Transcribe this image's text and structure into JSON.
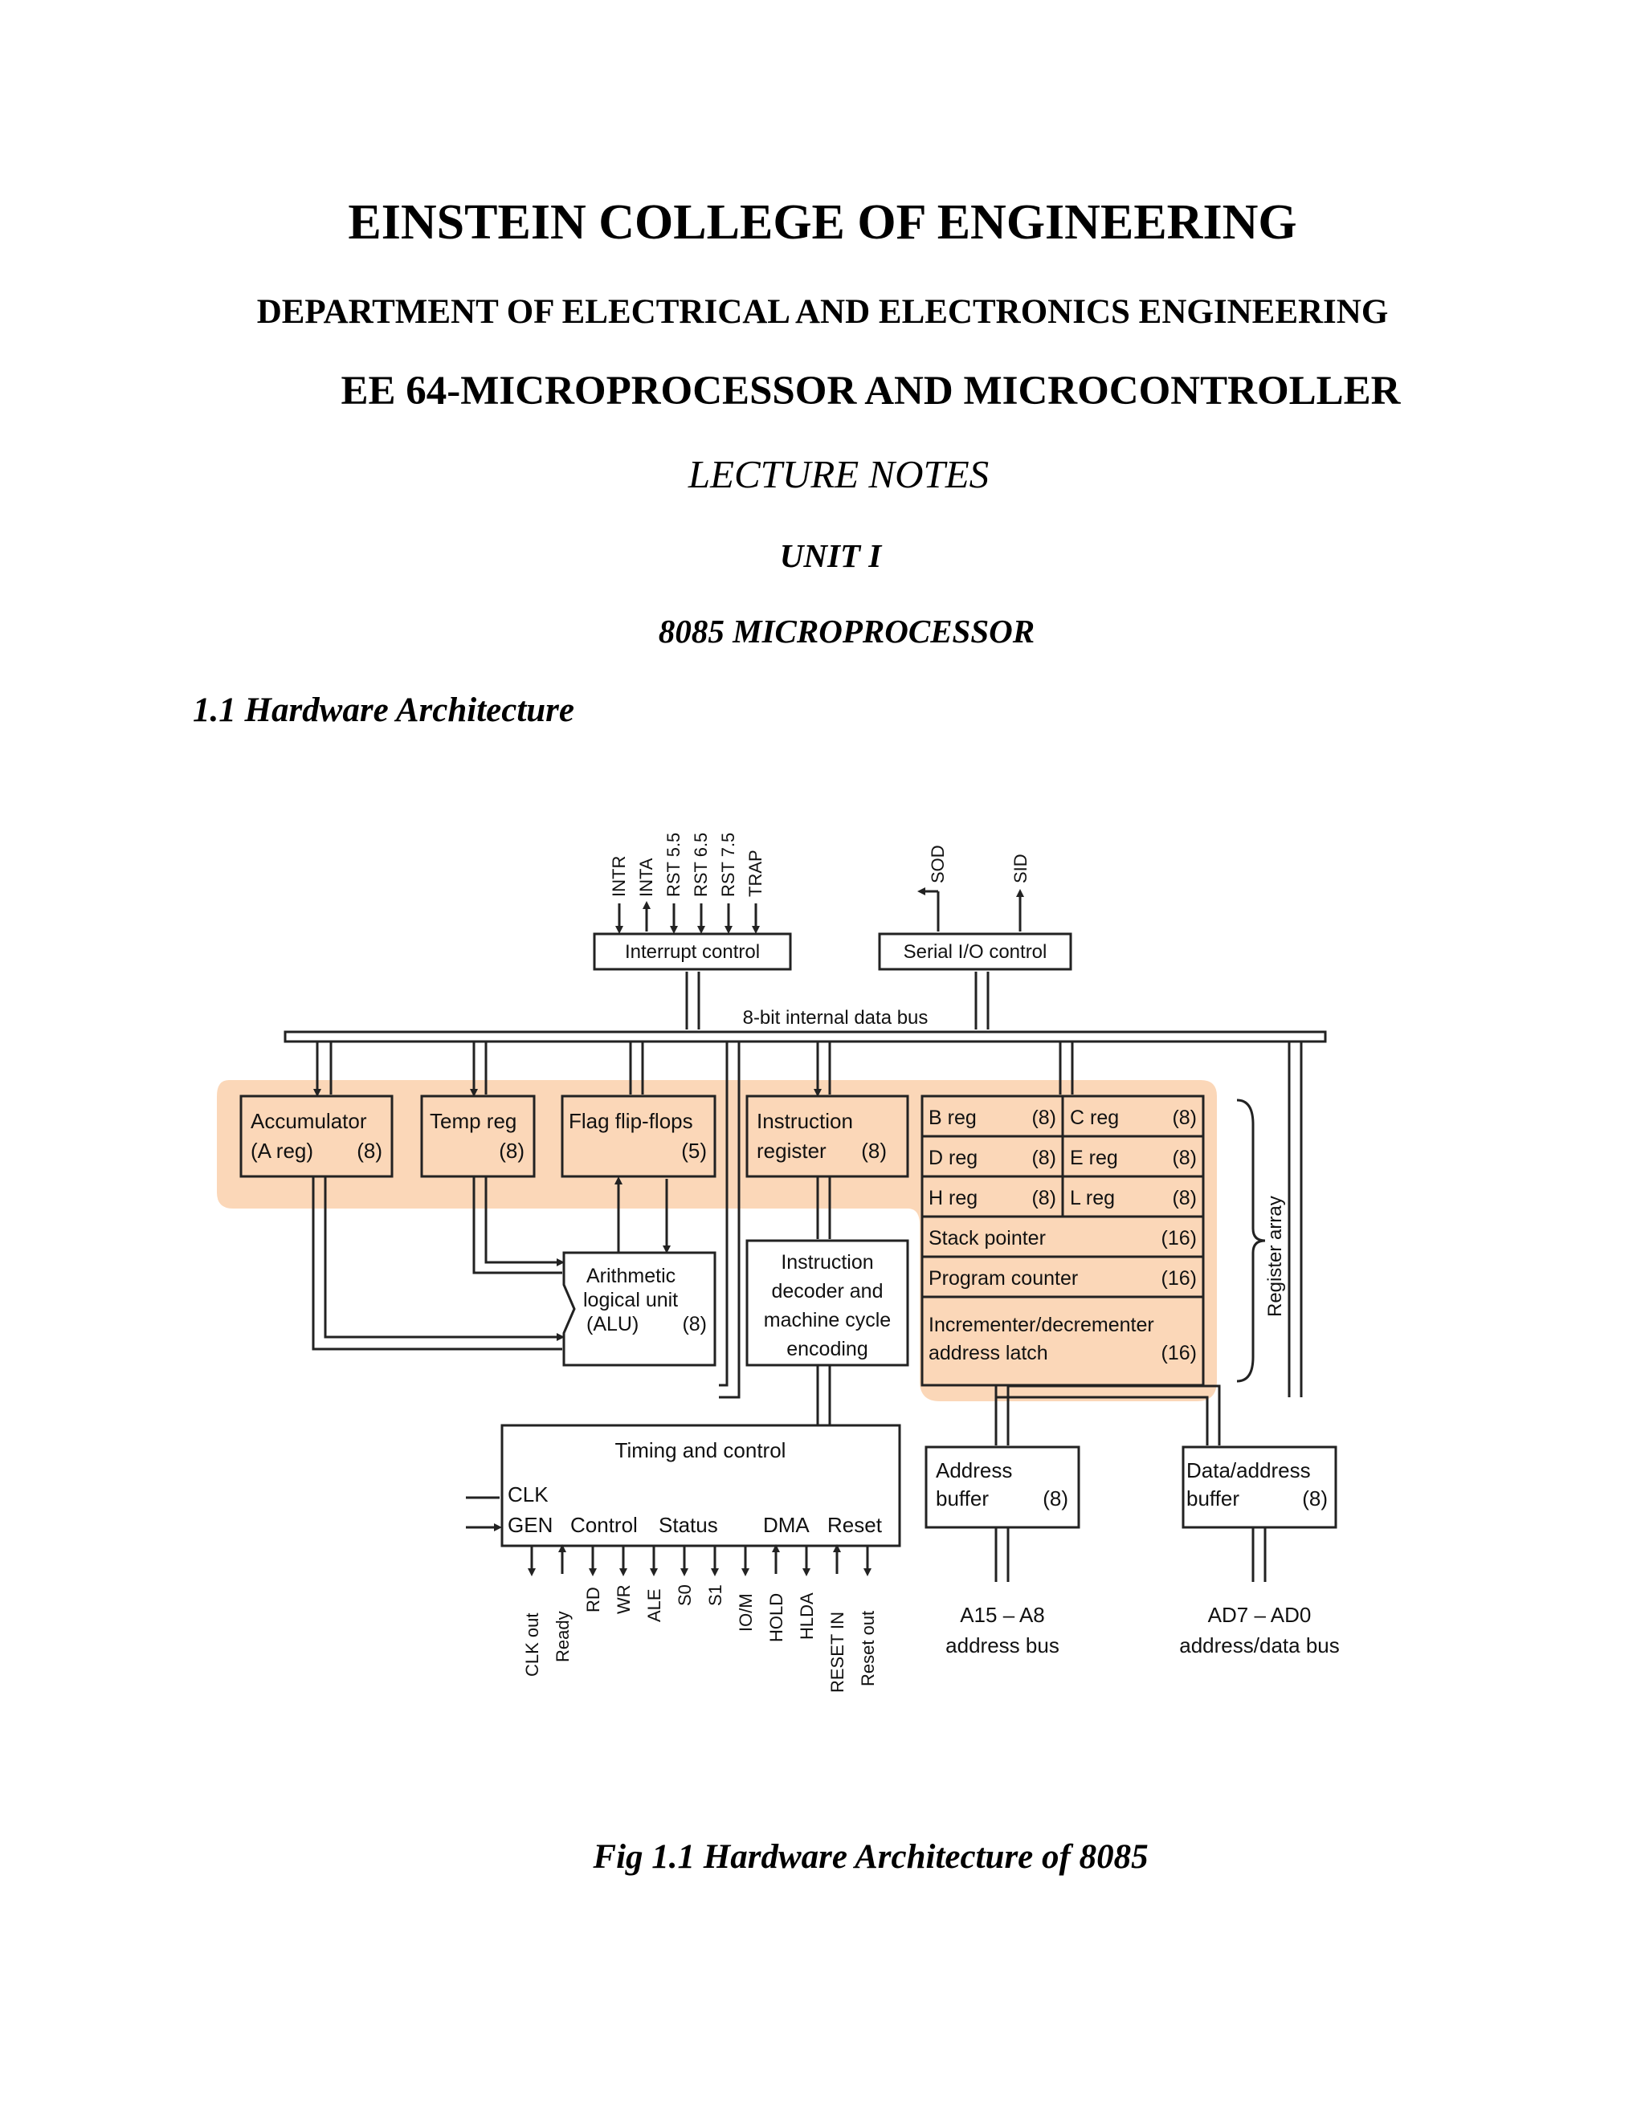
{
  "header": {
    "college": "EINSTEIN COLLEGE OF ENGINEERING",
    "department": "DEPARTMENT OF ELECTRICAL AND ELECTRONICS ENGINEERING",
    "course": "EE 64-MICROPROCESSOR AND MICROCONTROLLER",
    "doc_type": "LECTURE NOTES",
    "unit": "UNIT I",
    "topic": "8085 MICROPROCESSOR"
  },
  "section_title": "1.1 Hardware Architecture",
  "figure_caption": "Fig 1.1 Hardware Architecture of 8085",
  "diagram": {
    "highlight_color": "#fbd7b8",
    "interrupt_pins": [
      "INTR",
      "INTA",
      "RST 5.5",
      "RST 6.5",
      "RST 7.5",
      "TRAP"
    ],
    "interrupt_control": "Interrupt control",
    "serial_pins": [
      "SOD",
      "SID"
    ],
    "serial_control": "Serial I/O control",
    "internal_bus": "8-bit internal data bus",
    "accumulator": [
      "Accumulator",
      "(A reg)",
      "(8)"
    ],
    "temp_reg": [
      "Temp reg",
      "(8)"
    ],
    "flag_ff": [
      "Flag flip-flops",
      "(5)"
    ],
    "instruction_register": [
      "Instruction",
      "register",
      "(8)"
    ],
    "registers": [
      {
        "name": "B reg",
        "size": "(8)"
      },
      {
        "name": "C reg",
        "size": "(8)"
      },
      {
        "name": "D reg",
        "size": "(8)"
      },
      {
        "name": "E reg",
        "size": "(8)"
      },
      {
        "name": "H reg",
        "size": "(8)"
      },
      {
        "name": "L reg",
        "size": "(8)"
      }
    ],
    "stack_pointer": [
      "Stack pointer",
      "(16)"
    ],
    "program_counter": [
      "Program counter",
      "(16)"
    ],
    "incrementer": [
      "Incrementer/decrementer",
      "address latch",
      "(16)"
    ],
    "register_array": "Register array",
    "alu": [
      "Arithmetic",
      "logical unit",
      "(ALU)",
      "(8)"
    ],
    "decoder": [
      "Instruction",
      "decoder and",
      "machine cycle",
      "encoding"
    ],
    "timing": {
      "title": "Timing and control",
      "clk": "CLK",
      "groups": [
        "GEN",
        "Control",
        "Status",
        "DMA",
        "Reset"
      ],
      "pins": [
        "CLK out",
        "Ready",
        "RD",
        "WR",
        "ALE",
        "S0",
        "S1",
        "IO/M",
        "HOLD",
        "HLDA",
        "RESET IN",
        "Reset out"
      ]
    },
    "address_buffer": [
      "Address",
      "buffer",
      "(8)"
    ],
    "address_bus": [
      "A15 – A8",
      "address bus"
    ],
    "data_buffer": [
      "Data/address",
      "buffer",
      "(8)"
    ],
    "data_bus": [
      "AD7 – AD0",
      "address/data bus"
    ]
  }
}
